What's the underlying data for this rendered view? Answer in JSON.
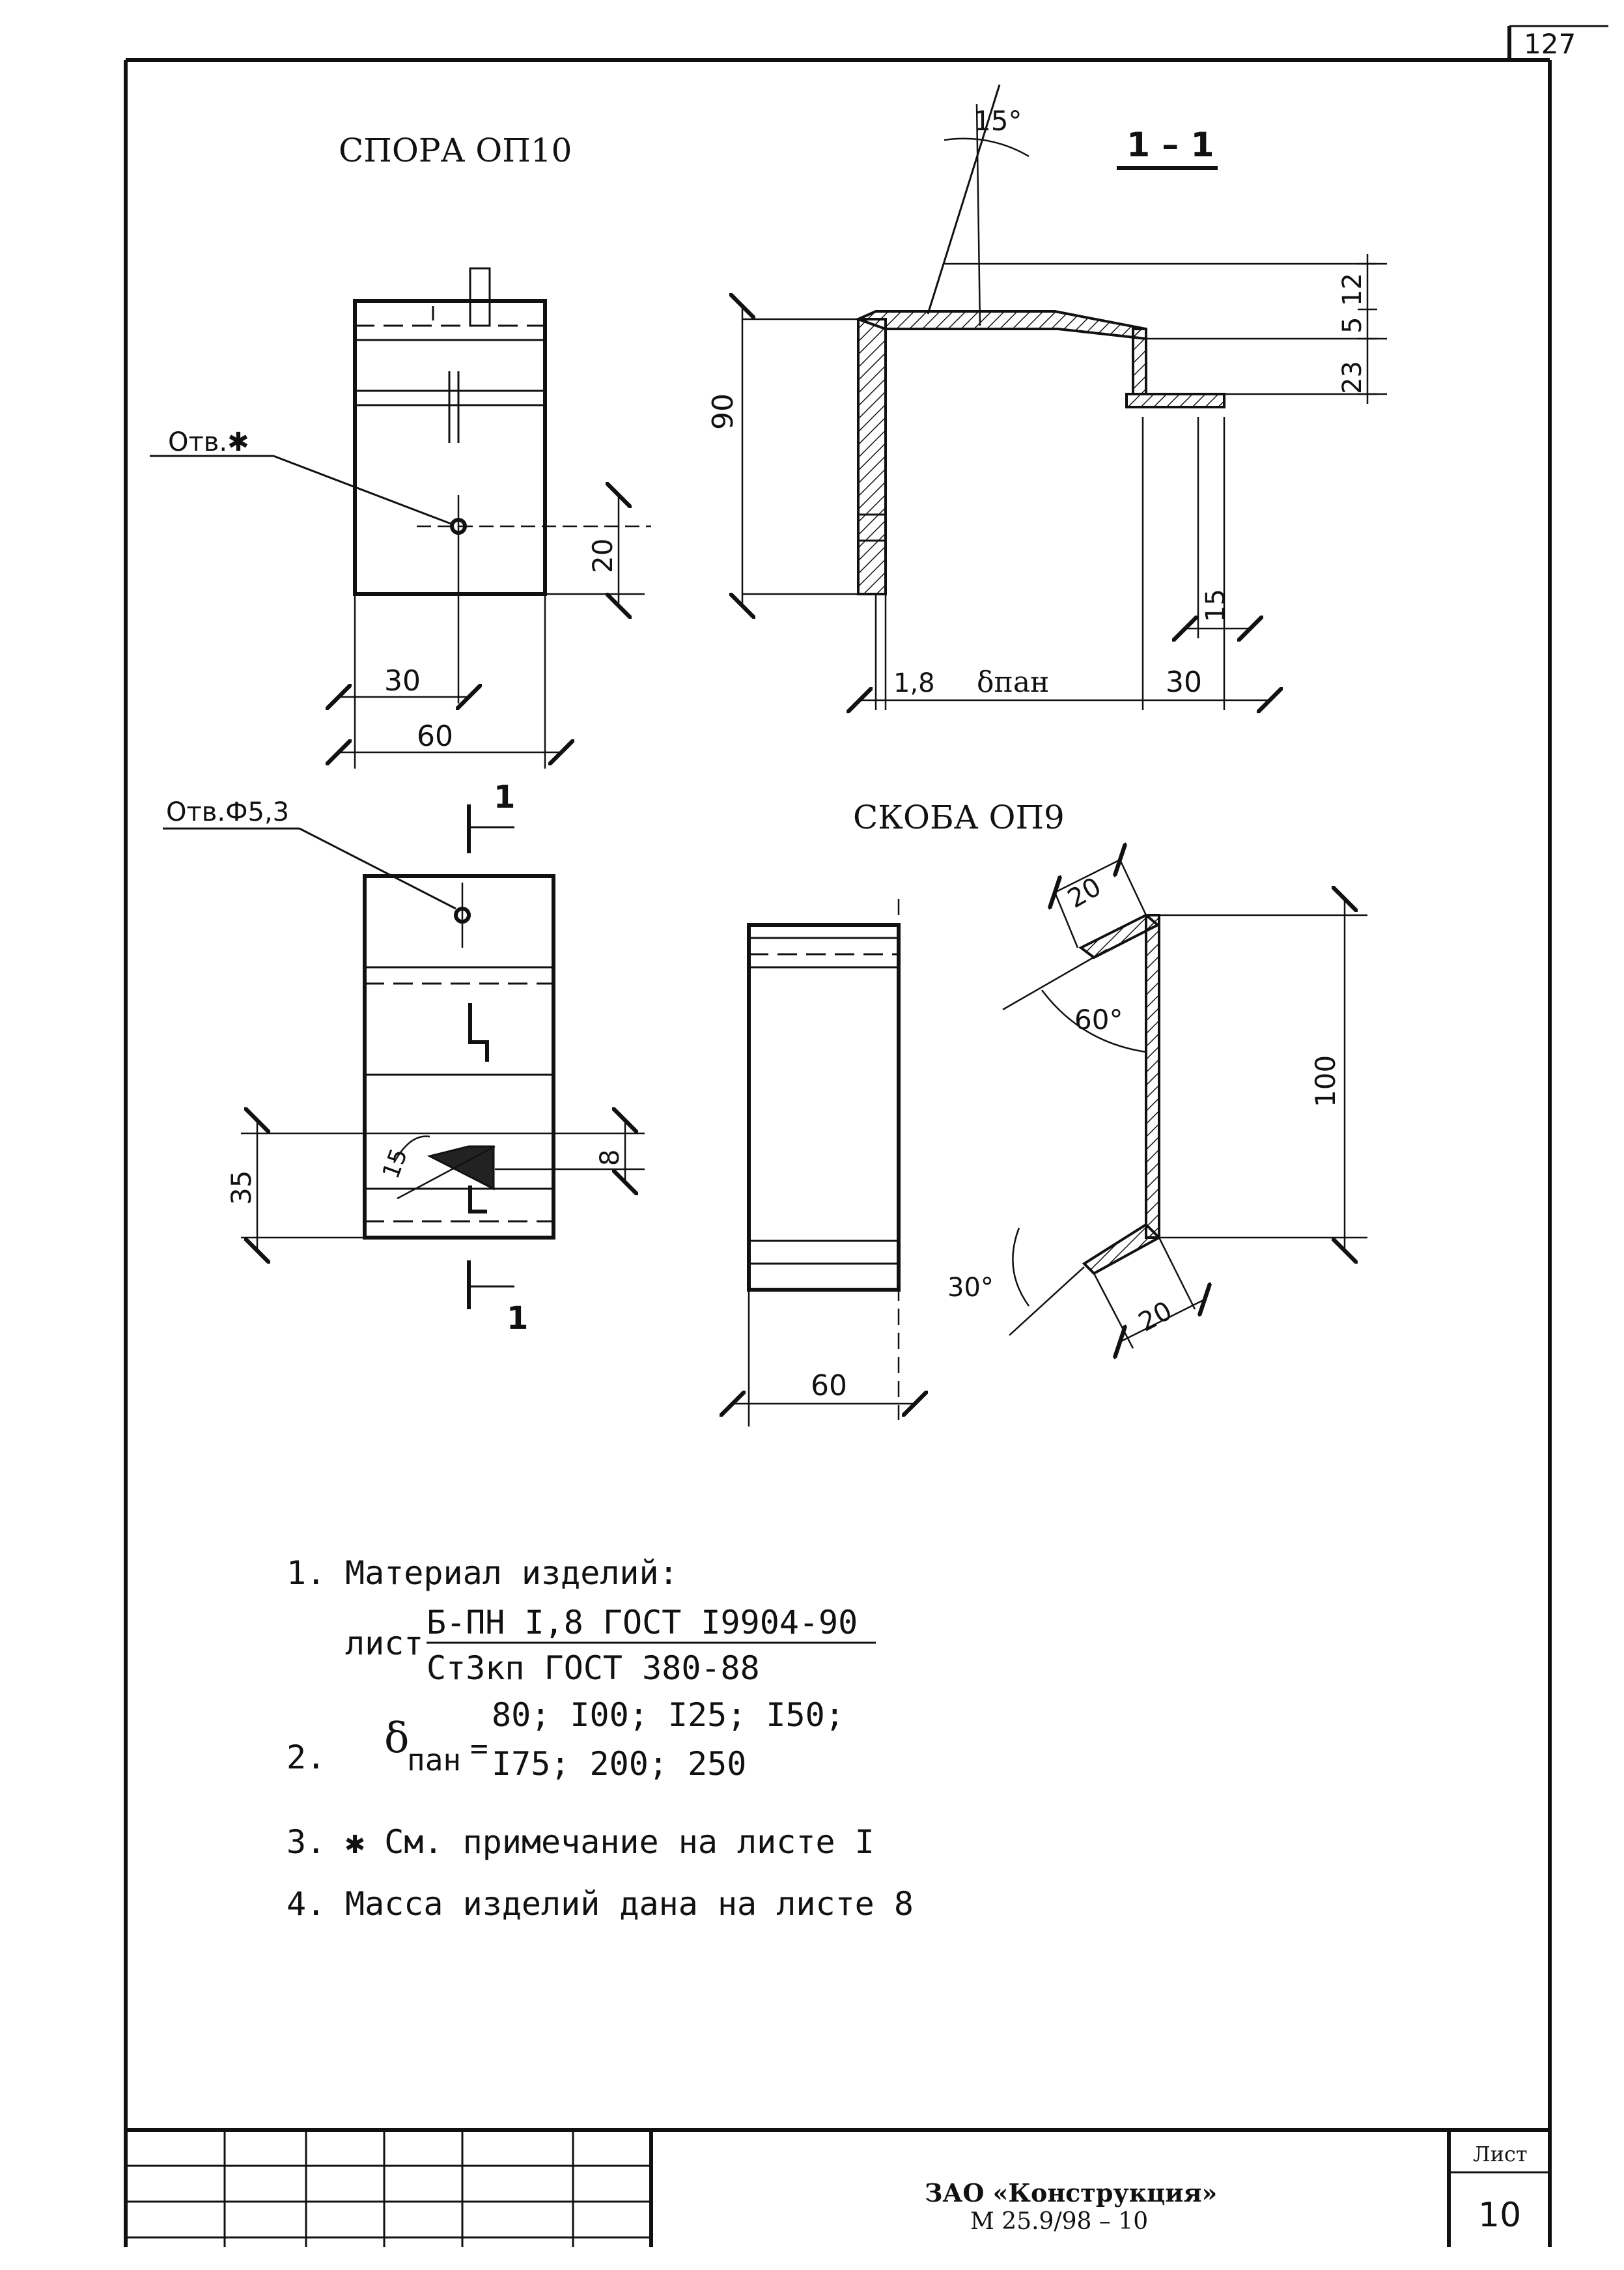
{
  "sheet_number_top": "127",
  "drawing_1": {
    "title": "СПОРА  ОП10",
    "section_label": "1 – 1",
    "angle_top": "15°",
    "hole_label": "Отв.✱",
    "hole_label_2": "Отв.Ф5,3",
    "section_mark": "1",
    "dims": {
      "d90": "90",
      "d20": "20",
      "d30": "30",
      "d60": "60",
      "d18": "1,8",
      "d_pan": "δпан",
      "d30b": "30",
      "d15": "15",
      "d5": "5",
      "d12": "12",
      "d23": "23",
      "d35": "35",
      "d8": "8",
      "d15b": "15"
    }
  },
  "drawing_2": {
    "title": "СКОБА  ОП9",
    "dims": {
      "d20_top": "20",
      "angle_60": "60°",
      "d100": "100",
      "angle_30": "30°",
      "d20_bottom": "20",
      "d60": "60"
    }
  },
  "notes": {
    "n1_num": "1.",
    "n1_text": "Материал изделий:",
    "n1_sheet": "лист",
    "n1_top": "Б-ПН I,8 ГОСТ I9904-90",
    "n1_bottom": "Ст3кп ГОСТ 380-88",
    "n2_num": "2.",
    "n2_delta": "δ",
    "n2_sub": "пан",
    "n2_eq": "=",
    "n2_line1": "80; I00; I25; I50;",
    "n2_line2": "I75; 200; 250",
    "n3_num": "3.",
    "n3_text": "✱ См. примечание на листе I",
    "n4_num": "4.",
    "n4_text": "Масса изделий дана на листе 8"
  },
  "title_block": {
    "company": "ЗАО «Конструкция»",
    "code": "М 25.9/98 – 10",
    "sheet_label": "Лист",
    "sheet_value": "10"
  }
}
